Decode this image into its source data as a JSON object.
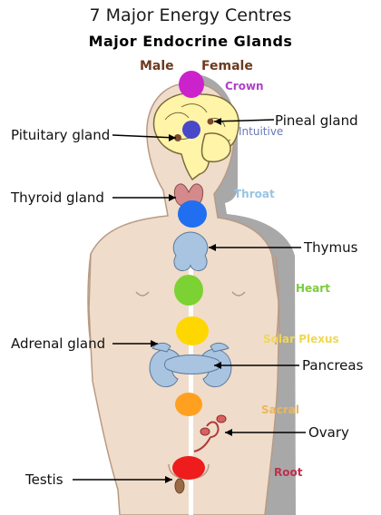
{
  "title": "7 Major Energy Centres",
  "subtitle": "Major Endocrine Glands",
  "sex_labels": {
    "male": "Male",
    "female": "Female"
  },
  "chakras": [
    {
      "key": "crown",
      "label": "Crown",
      "color": "#cc22cc",
      "text_color": "#b040c8"
    },
    {
      "key": "intuitive",
      "label": "Intuitive",
      "color": "#4848c8",
      "text_color": "#6a78b8"
    },
    {
      "key": "throat",
      "label": "Throat",
      "color": "#1f6ff0",
      "text_color": "#98c4e4"
    },
    {
      "key": "heart",
      "label": "Heart",
      "color": "#7bd232",
      "text_color": "#7acc3c"
    },
    {
      "key": "solar_plexus",
      "label": "Solar Plexus",
      "color": "#ffd700",
      "text_color": "#f0d850"
    },
    {
      "key": "sacral",
      "label": "Sacral",
      "color": "#ffa020",
      "text_color": "#e8b860"
    },
    {
      "key": "root",
      "label": "Root",
      "color": "#ee1c1c",
      "text_color": "#c0304a"
    }
  ],
  "glands": {
    "pituitary": "Pituitary gland",
    "pineal": "Pineal gland",
    "thyroid": "Thyroid gland",
    "thymus": "Thymus",
    "adrenal": "Adrenal gland",
    "pancreas": "Pancreas",
    "ovary": "Ovary",
    "testis": "Testis"
  },
  "colors": {
    "skin": "#f0dcca",
    "skin_outline": "#b89a84",
    "shadow": "#a8a8a8",
    "brain": "#fff4a8",
    "brain_outline": "#7a6a3a",
    "thyroid": "#d48a8a",
    "gland_blue": "#a8c4e0",
    "leader": "#000000"
  }
}
